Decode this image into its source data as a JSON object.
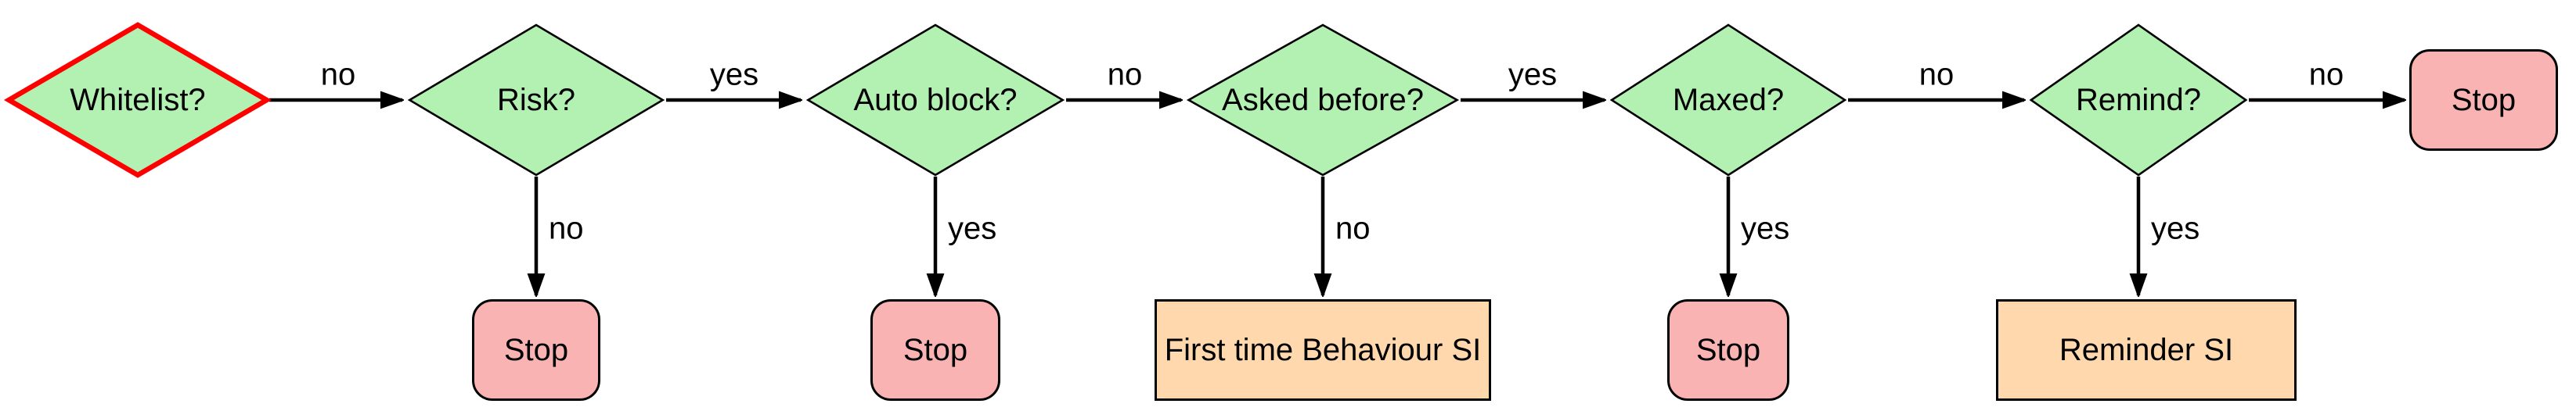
{
  "diagram": {
    "type": "flowchart",
    "direction": "left-to-right",
    "colors": {
      "decision_fill": "#b3f1b3",
      "stop_fill": "#f9b3b3",
      "action_fill": "#ffd9ad",
      "highlight_border": "#ff0000",
      "default_border": "#000000",
      "edge_color": "#000000",
      "background": "#ffffff"
    },
    "nodes": [
      {
        "id": "whitelist",
        "label": "Whitelist?",
        "shape": "diamond",
        "fill": "#b3f1b3",
        "border": "#ff0000",
        "highlighted": true
      },
      {
        "id": "risk",
        "label": "Risk?",
        "shape": "diamond",
        "fill": "#b3f1b3",
        "border": "#000000"
      },
      {
        "id": "autoblock",
        "label": "Auto block?",
        "shape": "diamond",
        "fill": "#b3f1b3",
        "border": "#000000"
      },
      {
        "id": "askedbefore",
        "label": "Asked before?",
        "shape": "diamond",
        "fill": "#b3f1b3",
        "border": "#000000"
      },
      {
        "id": "maxed",
        "label": "Maxed?",
        "shape": "diamond",
        "fill": "#b3f1b3",
        "border": "#000000"
      },
      {
        "id": "remind",
        "label": "Remind?",
        "shape": "diamond",
        "fill": "#b3f1b3",
        "border": "#000000"
      },
      {
        "id": "stop_final",
        "label": "Stop",
        "shape": "rounded-rect",
        "fill": "#f9b3b3",
        "border": "#000000"
      },
      {
        "id": "stop_risk",
        "label": "Stop",
        "shape": "rounded-rect",
        "fill": "#f9b3b3",
        "border": "#000000"
      },
      {
        "id": "stop_autoblock",
        "label": "Stop",
        "shape": "rounded-rect",
        "fill": "#f9b3b3",
        "border": "#000000"
      },
      {
        "id": "first_time_si",
        "label": "First time Behaviour SI",
        "shape": "rect",
        "fill": "#ffd9ad",
        "border": "#000000"
      },
      {
        "id": "stop_maxed",
        "label": "Stop",
        "shape": "rounded-rect",
        "fill": "#f9b3b3",
        "border": "#000000"
      },
      {
        "id": "reminder_si",
        "label": "Reminder SI",
        "shape": "rect",
        "fill": "#ffd9ad",
        "border": "#000000"
      }
    ],
    "edges": [
      {
        "from": "whitelist",
        "to": "risk",
        "label": "no"
      },
      {
        "from": "risk",
        "to": "autoblock",
        "label": "yes"
      },
      {
        "from": "risk",
        "to": "stop_risk",
        "label": "no"
      },
      {
        "from": "autoblock",
        "to": "askedbefore",
        "label": "no"
      },
      {
        "from": "autoblock",
        "to": "stop_autoblock",
        "label": "yes"
      },
      {
        "from": "askedbefore",
        "to": "maxed",
        "label": "yes"
      },
      {
        "from": "askedbefore",
        "to": "first_time_si",
        "label": "no"
      },
      {
        "from": "maxed",
        "to": "remind",
        "label": "no"
      },
      {
        "from": "maxed",
        "to": "stop_maxed",
        "label": "yes"
      },
      {
        "from": "remind",
        "to": "stop_final",
        "label": "no"
      },
      {
        "from": "remind",
        "to": "reminder_si",
        "label": "yes"
      }
    ]
  }
}
